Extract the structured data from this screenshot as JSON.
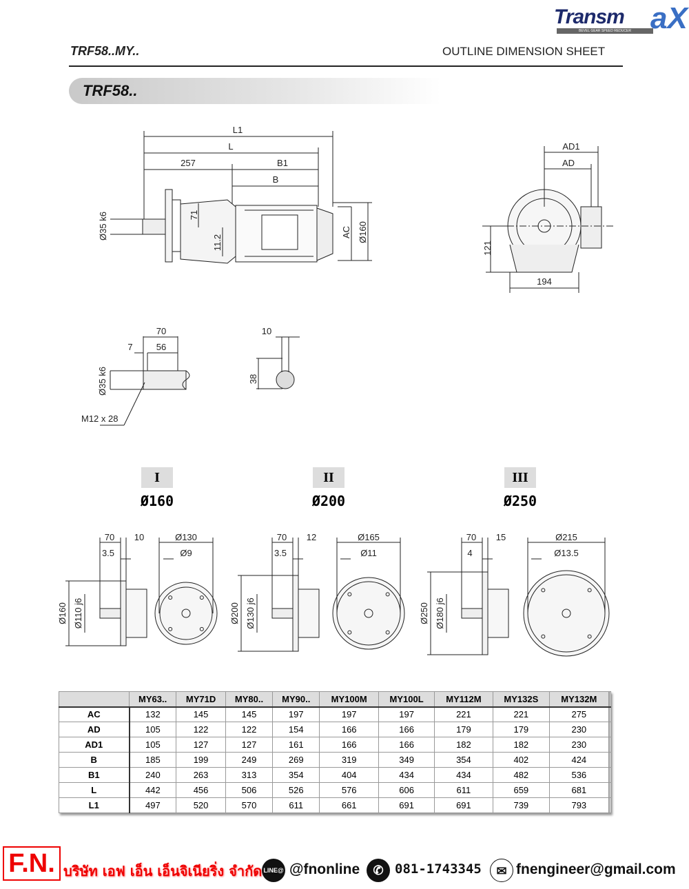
{
  "header": {
    "brand": "Transm",
    "brand_x": "aX",
    "brand_tagline": "BEVEL GEAR SPEED REDUCER",
    "model": "TRF58..MY..",
    "sheet_title": "OUTLINE DIMENSION SHEET",
    "banner": "TRF58.."
  },
  "main_view": {
    "L1": "L1",
    "L": "L",
    "d257": "257",
    "B1": "B1",
    "B": "B",
    "shaft": "Ø35 k6",
    "d71": "71",
    "d112": "11.2",
    "AC": "AC",
    "d160": "Ø160"
  },
  "side_view": {
    "AD1": "AD1",
    "AD": "AD",
    "d121": "121",
    "d194": "194"
  },
  "shaft_detail": {
    "d70": "70",
    "d56": "56",
    "d7": "7",
    "shaft": "Ø35 k6",
    "thread": "M12 x 28",
    "d10": "10",
    "d38": "38"
  },
  "flanges": [
    {
      "roman": "I",
      "diameter": "Ø160",
      "a": "70",
      "b": "10",
      "c": "3.5",
      "outer": "Ø160",
      "pilot": "Ø110 j6",
      "pcd": "Ø130",
      "hole": "Ø9"
    },
    {
      "roman": "II",
      "diameter": "Ø200",
      "a": "70",
      "b": "12",
      "c": "3.5",
      "outer": "Ø200",
      "pilot": "Ø130 j6",
      "pcd": "Ø165",
      "hole": "Ø11"
    },
    {
      "roman": "III",
      "diameter": "Ø250",
      "a": "70",
      "b": "15",
      "c": "4",
      "outer": "Ø250",
      "pilot": "Ø180 j6",
      "pcd": "Ø215",
      "hole": "Ø13.5"
    }
  ],
  "table": {
    "columns": [
      "MY63..",
      "MY71D",
      "MY80..",
      "MY90..",
      "MY100M",
      "MY100L",
      "MY112M",
      "MY132S",
      "MY132M",
      "",
      ""
    ],
    "rows": [
      {
        "label": "AC",
        "values": [
          "132",
          "145",
          "145",
          "197",
          "197",
          "197",
          "221",
          "221",
          "275",
          "",
          ""
        ]
      },
      {
        "label": "AD",
        "values": [
          "105",
          "122",
          "122",
          "154",
          "166",
          "166",
          "179",
          "179",
          "230",
          "",
          ""
        ]
      },
      {
        "label": "AD1",
        "values": [
          "105",
          "127",
          "127",
          "161",
          "166",
          "166",
          "182",
          "182",
          "230",
          "",
          ""
        ]
      },
      {
        "label": "B",
        "values": [
          "185",
          "199",
          "249",
          "269",
          "319",
          "349",
          "354",
          "402",
          "424",
          "",
          ""
        ]
      },
      {
        "label": "B1",
        "values": [
          "240",
          "263",
          "313",
          "354",
          "404",
          "434",
          "434",
          "482",
          "536",
          "",
          ""
        ]
      },
      {
        "label": "L",
        "values": [
          "442",
          "456",
          "506",
          "526",
          "576",
          "606",
          "611",
          "659",
          "681",
          "",
          ""
        ]
      },
      {
        "label": "L1",
        "values": [
          "497",
          "520",
          "570",
          "611",
          "661",
          "691",
          "691",
          "739",
          "793",
          "",
          ""
        ]
      }
    ]
  },
  "footer": {
    "logo": "F.N.",
    "company": "บริษัท เอฟ เอ็น เอ็นจิเนียริ่ง จำกัด",
    "line_icon": "LINE@",
    "line": "@fnonline",
    "phone": "081-1743345",
    "email": "fnengineer@gmail.com"
  }
}
